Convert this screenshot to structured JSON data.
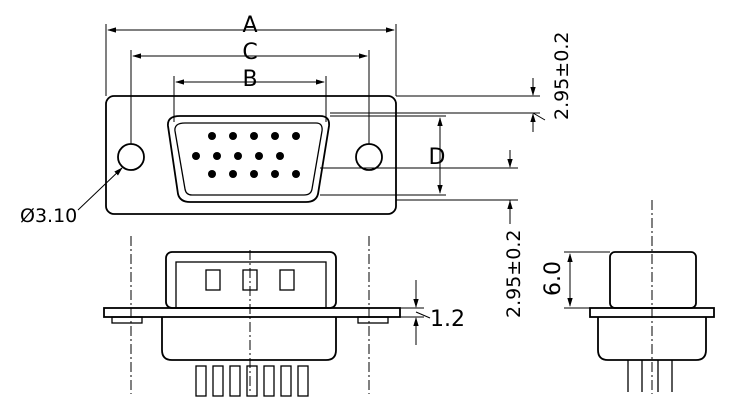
{
  "labels": {
    "dim_a": "A",
    "dim_c": "C",
    "dim_b": "B",
    "dim_d": "D",
    "tol_top": "2.95±0.2",
    "tol_side": "2.95±0.2",
    "hole": "Ø3.10",
    "thickness": "1.2",
    "height": "6.0"
  },
  "pin_rows": [
    5,
    5,
    5
  ]
}
